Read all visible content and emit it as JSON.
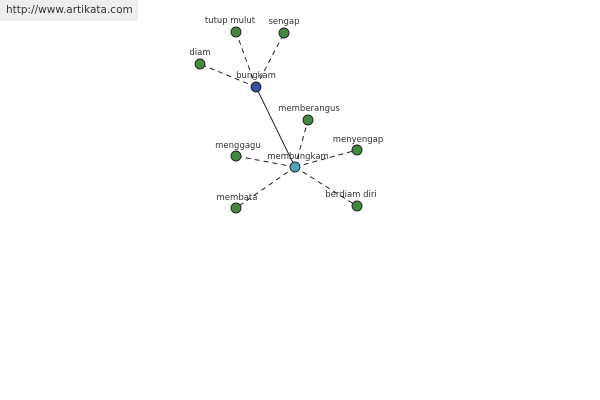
{
  "source": {
    "url_text": "http://www.artikata.com"
  },
  "graph": {
    "colors": {
      "hub_main": "#3a4fa0",
      "hub_secondary": "#4aa6b8",
      "leaf": "#3f8a3f"
    },
    "nodes": [
      {
        "id": "bungkam",
        "label": "bungkam",
        "kind": "hub_main"
      },
      {
        "id": "membungkam",
        "label": "membungkam",
        "kind": "hub_secondary"
      },
      {
        "id": "tutup-mulut",
        "label": "tutup mulut",
        "kind": "leaf"
      },
      {
        "id": "sengap",
        "label": "sengap",
        "kind": "leaf"
      },
      {
        "id": "diam",
        "label": "diam",
        "kind": "leaf"
      },
      {
        "id": "memberangus",
        "label": "memberangus",
        "kind": "leaf"
      },
      {
        "id": "menyengap",
        "label": "menyengap",
        "kind": "leaf"
      },
      {
        "id": "menggagu",
        "label": "menggagu",
        "kind": "leaf"
      },
      {
        "id": "membata",
        "label": "membata",
        "kind": "leaf"
      },
      {
        "id": "berdiam-diri",
        "label": "berdiam diri",
        "kind": "leaf"
      }
    ],
    "edges": [
      {
        "from": "bungkam",
        "to": "membungkam",
        "style": "solid"
      },
      {
        "from": "bungkam",
        "to": "tutup-mulut",
        "style": "dashed"
      },
      {
        "from": "bungkam",
        "to": "sengap",
        "style": "dashed"
      },
      {
        "from": "bungkam",
        "to": "diam",
        "style": "dashed"
      },
      {
        "from": "membungkam",
        "to": "memberangus",
        "style": "dashed"
      },
      {
        "from": "membungkam",
        "to": "menyengap",
        "style": "dashed"
      },
      {
        "from": "membungkam",
        "to": "menggagu",
        "style": "dashed"
      },
      {
        "from": "membungkam",
        "to": "membata",
        "style": "dashed"
      },
      {
        "from": "membungkam",
        "to": "berdiam-diri",
        "style": "dashed"
      }
    ]
  }
}
